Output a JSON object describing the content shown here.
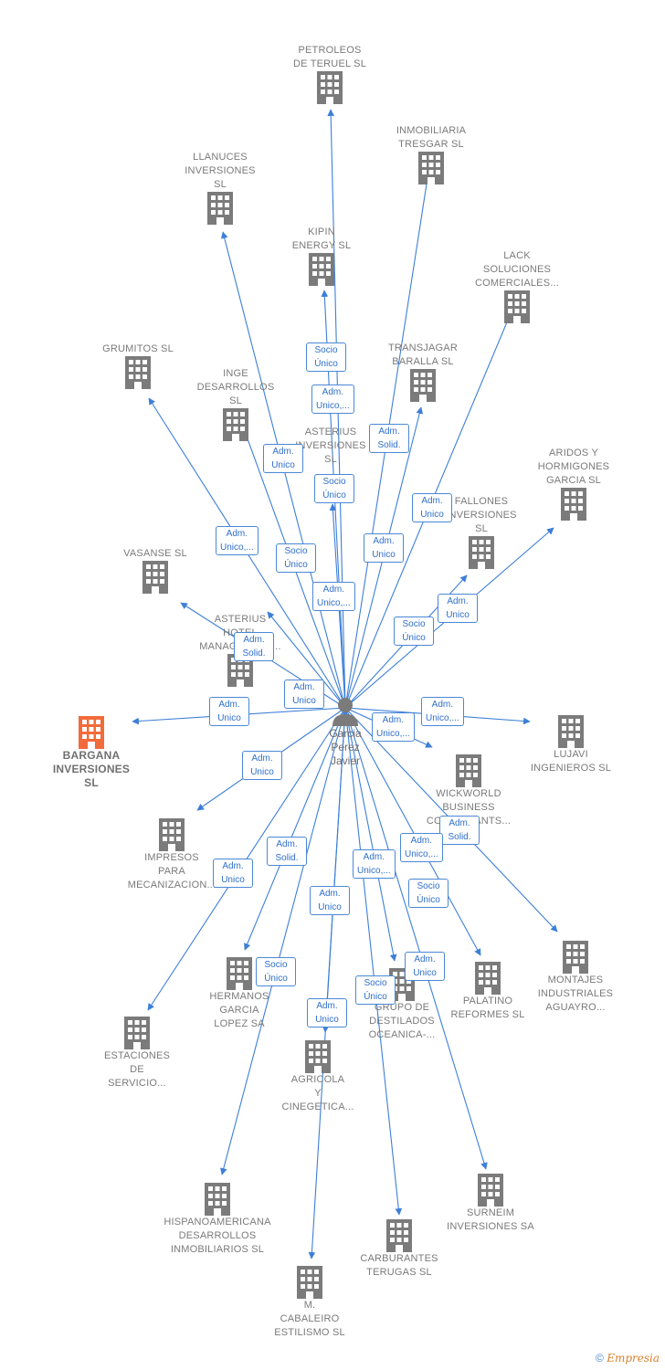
{
  "person": {
    "name": "Garcia\nPerez\nJavier"
  },
  "companies": [
    {
      "id": "petroleos",
      "name": "PETROLEOS\nDE TERUEL  SL",
      "focus": false
    },
    {
      "id": "inmobiliaria",
      "name": "INMOBILIARIA\nTRESGAR SL",
      "focus": false
    },
    {
      "id": "llanuces",
      "name": "LLANUCES\nINVERSIONES\nSL",
      "focus": false
    },
    {
      "id": "kipin",
      "name": "KIPIN\nENERGY  SL",
      "focus": false
    },
    {
      "id": "lack",
      "name": "LACK\nSOLUCIONES\nCOMERCIALES...",
      "focus": false
    },
    {
      "id": "grumitos",
      "name": "GRUMITOS  SL",
      "focus": false
    },
    {
      "id": "transjagar",
      "name": "TRANSJAGAR\nBARALLA SL",
      "focus": false
    },
    {
      "id": "inge",
      "name": "INGE\nDESARROLLOS\nSL",
      "focus": false
    },
    {
      "id": "asterius_inv",
      "name": "ASTERIUS\nINVERSIONES\nSL",
      "focus": false
    },
    {
      "id": "aridos",
      "name": "ARIDOS Y\nHORMIGONES\nGARCIA SL",
      "focus": false
    },
    {
      "id": "fallones",
      "name": "FALLONES\nINVERSIONES\nSL",
      "focus": false
    },
    {
      "id": "vasanse",
      "name": "VASANSE SL",
      "focus": false
    },
    {
      "id": "asterius_hotel",
      "name": "ASTERIUS\nHOTEL\nMANAGEMENT...",
      "focus": false
    },
    {
      "id": "bargana",
      "name": "BARGANA\nINVERSIONES\nSL",
      "focus": true
    },
    {
      "id": "lujavi",
      "name": "LUJAVI\nINGENIEROS SL",
      "focus": false
    },
    {
      "id": "wickworld",
      "name": "WICKWORLD\nBUSINESS\nCONSULTANTS...",
      "focus": false
    },
    {
      "id": "impresos",
      "name": "IMPRESOS\nPARA\nMECANIZACION...",
      "focus": false
    },
    {
      "id": "montajes",
      "name": "MONTAJES\nINDUSTRIALES\nAGUAYRO...",
      "focus": false
    },
    {
      "id": "hermanos",
      "name": "HERMANOS\nGARCIA\nLOPEZ SA",
      "focus": false
    },
    {
      "id": "destilados",
      "name": "GRUPO DE\nDESTILADOS\nOCEANICA-...",
      "focus": false
    },
    {
      "id": "palatino",
      "name": "PALATINO\nREFORMES  SL",
      "focus": false
    },
    {
      "id": "estaciones",
      "name": "ESTACIONES\nDE\nSERVICIO...",
      "focus": false
    },
    {
      "id": "agricola",
      "name": "AGRICOLA\nY\nCINEGETICA...",
      "focus": false
    },
    {
      "id": "surneim",
      "name": "SURNEIM\nINVERSIONES SA",
      "focus": false
    },
    {
      "id": "hispano",
      "name": "HISPANOAMERICANA\nDESARROLLOS\nINMOBILIARIOS SL",
      "focus": false
    },
    {
      "id": "carburantes",
      "name": "CARBURANTES\nTERUGAS  SL",
      "focus": false
    },
    {
      "id": "cabaleiro",
      "name": "M.\nCABALEIRO\nESTILISMO  SL",
      "focus": false
    }
  ],
  "relations": [
    {
      "id": "r1",
      "text": "Socio\nÚnico"
    },
    {
      "id": "r2",
      "text": "Adm.\nUnico,..."
    },
    {
      "id": "r3",
      "text": "Adm.\nSolid."
    },
    {
      "id": "r4",
      "text": "Adm.\nUnico"
    },
    {
      "id": "r5",
      "text": "Socio\nÚnico"
    },
    {
      "id": "r6",
      "text": "Adm.\nUnico"
    },
    {
      "id": "r7",
      "text": "Adm.\nUnico,..."
    },
    {
      "id": "r8",
      "text": "Socio\nÚnico"
    },
    {
      "id": "r9",
      "text": "Adm.\nUnico"
    },
    {
      "id": "r10",
      "text": "Adm.\nUnico,..."
    },
    {
      "id": "r11",
      "text": "Adm.\nUnico"
    },
    {
      "id": "r12",
      "text": "Socio\nÚnico"
    },
    {
      "id": "r13",
      "text": "Adm.\nSolid."
    },
    {
      "id": "r14",
      "text": "Adm.\nUnico"
    },
    {
      "id": "r15",
      "text": "Adm.\nUnico"
    },
    {
      "id": "r16",
      "text": "Adm.\nUnico,..."
    },
    {
      "id": "r17",
      "text": "Adm.\nUnico,..."
    },
    {
      "id": "r18",
      "text": "Adm.\nUnico"
    },
    {
      "id": "r19",
      "text": "Adm.\nSolid."
    },
    {
      "id": "r20",
      "text": "Adm.\nUnico,..."
    },
    {
      "id": "r21",
      "text": "Adm.\nSolid."
    },
    {
      "id": "r22",
      "text": "Adm.\nUnico,..."
    },
    {
      "id": "r23",
      "text": "Adm.\nUnico"
    },
    {
      "id": "r24",
      "text": "Socio\nÚnico"
    },
    {
      "id": "r25",
      "text": "Adm.\nUnico"
    },
    {
      "id": "r26",
      "text": "Adm.\nUnico"
    },
    {
      "id": "r27",
      "text": "Socio\nÚnico"
    },
    {
      "id": "r28",
      "text": "Socio\nÚnico"
    },
    {
      "id": "r29",
      "text": "Adm.\nUnico"
    }
  ],
  "copyright": {
    "symbol": "©",
    "brand": "Empresia"
  },
  "colors": {
    "edge": "#3d7fd8",
    "building": "#7b7b7b",
    "focus_building": "#f26b3a"
  }
}
